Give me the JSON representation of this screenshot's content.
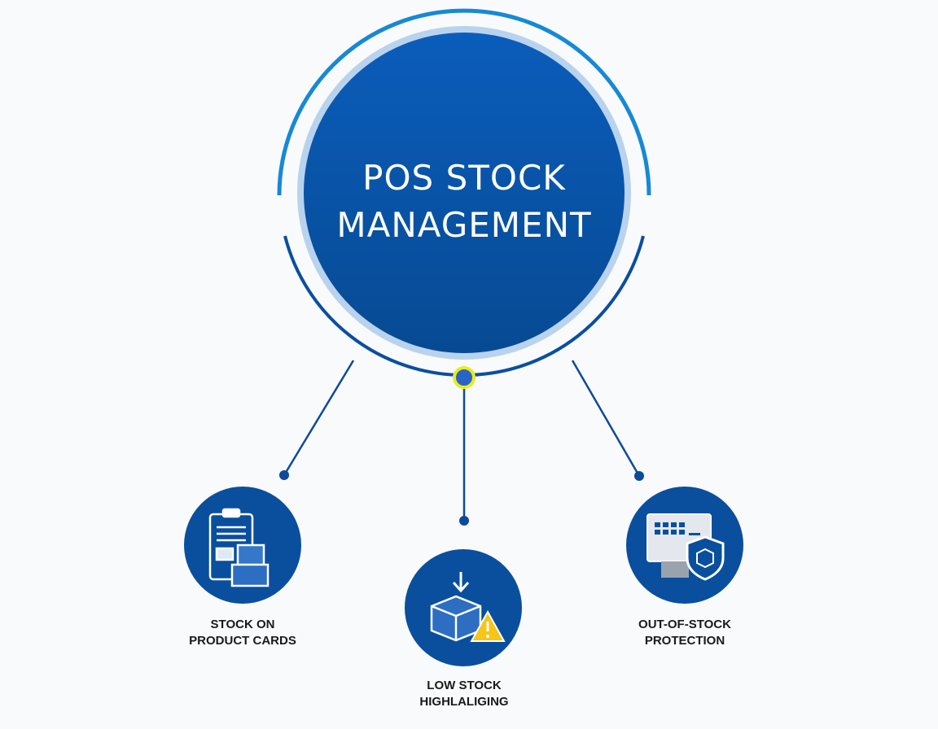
{
  "center": {
    "title_line1": "POS STOCK",
    "title_line2": "MANAGEMENT"
  },
  "features": [
    {
      "line1": "STOCK ON",
      "line2": "PRODUCT CARDS",
      "icon": "clipboard-boxes-icon"
    },
    {
      "line1": "LOW STOCK",
      "line2": "HIGHLALIGING",
      "icon": "box-warning-icon"
    },
    {
      "line1": "OUT-OF-STOCK",
      "line2": "PROTECTION",
      "icon": "pos-terminal-shield-icon"
    }
  ],
  "colors": {
    "primary": "#0a52a8",
    "ring_top": "#1689d6",
    "ring_bottom": "#0b4ea2",
    "accent": "#f5c518",
    "node_highlight": "#e8ee1a"
  }
}
